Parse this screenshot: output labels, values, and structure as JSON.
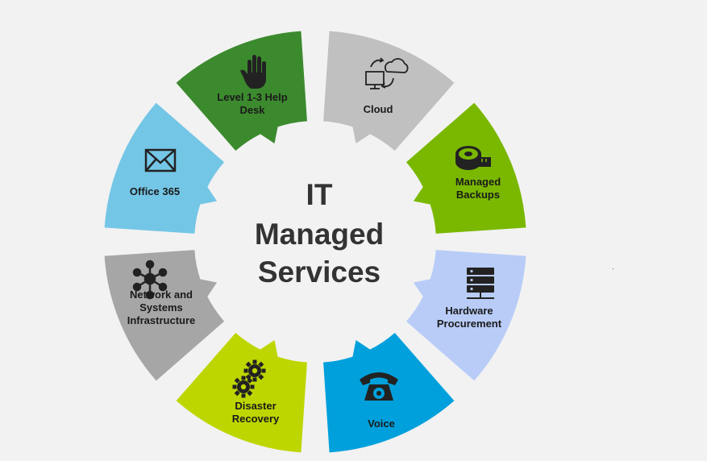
{
  "title": [
    "IT",
    "Managed",
    "Services"
  ],
  "segments": [
    {
      "id": "cloud",
      "lines": [
        "Cloud"
      ],
      "color": "#c0c0c0",
      "icon": "cloud-computer-icon"
    },
    {
      "id": "managed-backups",
      "lines": [
        "Managed",
        "Backups"
      ],
      "color": "#7ab800",
      "icon": "backup-tape-icon"
    },
    {
      "id": "hardware-procurement",
      "lines": [
        "Hardware",
        "Procurement"
      ],
      "color": "#b8ccf7",
      "icon": "server-rack-icon"
    },
    {
      "id": "voice",
      "lines": [
        "Voice"
      ],
      "color": "#00a0dc",
      "icon": "telephone-icon"
    },
    {
      "id": "disaster-recovery",
      "lines": [
        "Disaster",
        "Recovery"
      ],
      "color": "#bed600",
      "icon": "gears-icon"
    },
    {
      "id": "network-systems",
      "lines": [
        "Network and",
        "Systems",
        "Infrastructure"
      ],
      "color": "#a6a6a6",
      "icon": "network-hub-icon"
    },
    {
      "id": "office-365",
      "lines": [
        "Office 365"
      ],
      "color": "#74c6e6",
      "icon": "envelope-icon"
    },
    {
      "id": "help-desk",
      "lines": [
        "Level 1-3 Help",
        "Desk"
      ],
      "color": "#3c8a2e",
      "icon": "hand-icon"
    }
  ]
}
